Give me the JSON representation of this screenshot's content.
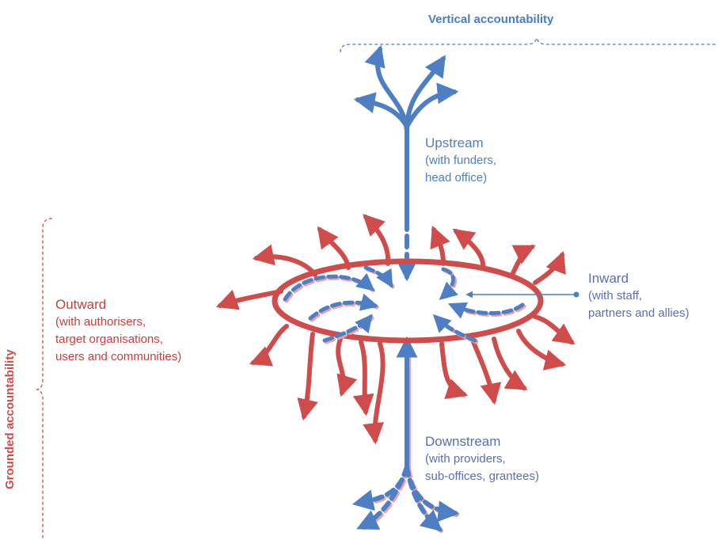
{
  "vertical": {
    "title": "Vertical accountability"
  },
  "grounded": {
    "title": "Grounded accountability"
  },
  "upstream": {
    "heading": "Upstream",
    "line1": "(with funders,",
    "line2": "head office)"
  },
  "outward": {
    "heading": "Outward",
    "line1": "(with authorisers,",
    "line2": "target organisations,",
    "line3": "users and communities)"
  },
  "inward": {
    "heading": "Inward",
    "line1": "(with staff,",
    "line2": "partners and allies)"
  },
  "downstream": {
    "heading": "Downstream",
    "line1": "(with providers,",
    "line2": "sub-offices, grantees)"
  },
  "colors": {
    "blue": "#4e7fc4",
    "red": "#cf4c4b"
  }
}
